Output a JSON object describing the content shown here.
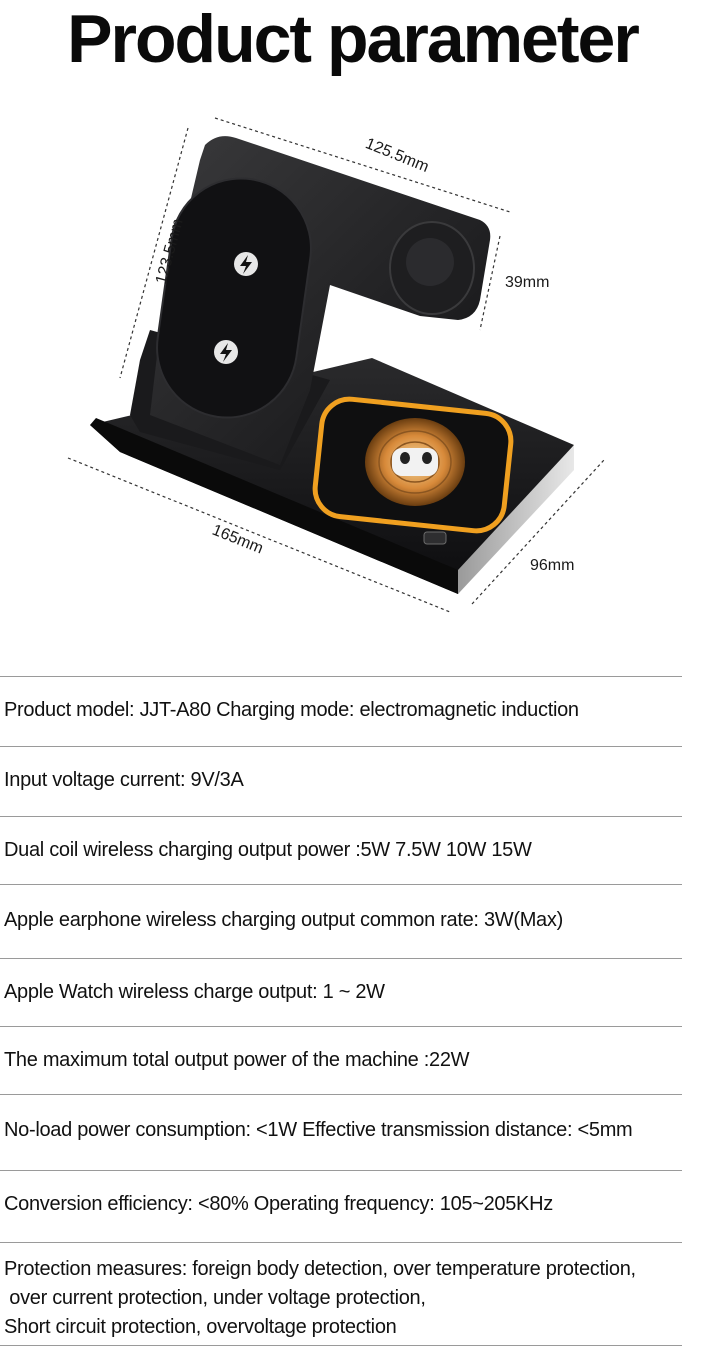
{
  "title": "Product parameter",
  "dimensions": {
    "top_width": "125.5mm",
    "height": "123.5mm",
    "watch_pad": "39mm",
    "base_length": "165mm",
    "base_depth": "96mm"
  },
  "colors": {
    "device_body": "#1c1c1e",
    "glow": "#f0a020",
    "coil": "#d88a3a"
  },
  "icons": [
    "lightning-icon",
    "earbuds-icon"
  ],
  "specs": [
    "Product model: JJT-A80 Charging mode: electromagnetic induction",
    "Input voltage current: 9V/3A",
    "Dual coil wireless charging output power :5W 7.5W 10W 15W",
    "Apple earphone wireless charging output common rate: 3W(Max)",
    "Apple Watch wireless charge output: 1 ~ 2W",
    "The maximum total output power of the machine :22W",
    "No-load power consumption: <1W Effective transmission distance: <5mm",
    "Conversion efficiency: <80% Operating frequency: 105~205KHz"
  ],
  "protection": {
    "line1": "Protection measures: foreign body detection, over temperature protection,",
    "line2": " over current protection, under voltage protection,",
    "line3": "Short circuit protection, overvoltage protection"
  }
}
